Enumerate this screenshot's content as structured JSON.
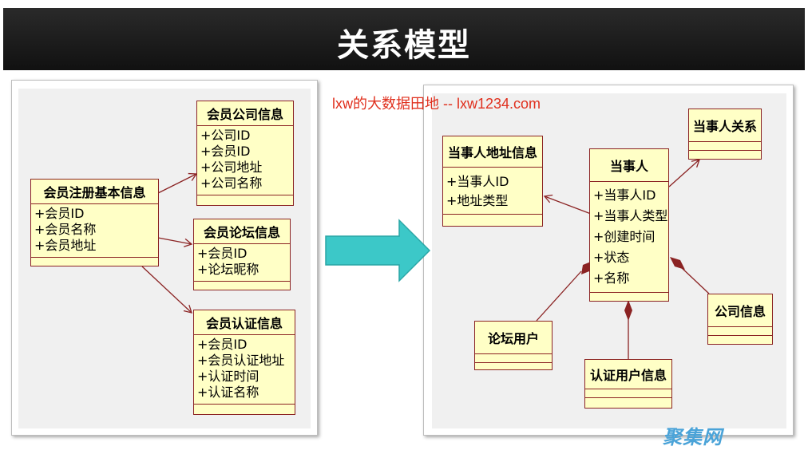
{
  "title": "关系模型",
  "watermark": "lxw的大数据田地 -- lxw1234.com",
  "logo": "聚集网",
  "left_diagram": {
    "entities": [
      {
        "name": "会员注册基本信息",
        "attrs": [
          "+会员ID",
          "+会员名称",
          "+会员地址"
        ]
      },
      {
        "name": "会员公司信息",
        "attrs": [
          "+公司ID",
          "+会员ID",
          "+公司地址",
          "+公司名称"
        ]
      },
      {
        "name": "会员论坛信息",
        "attrs": [
          "+会员ID",
          "+论坛昵称"
        ]
      },
      {
        "name": "会员认证信息",
        "attrs": [
          "+会员ID",
          "+会员认证地址",
          "+认证时间",
          "+认证名称"
        ]
      }
    ]
  },
  "right_diagram": {
    "entities": [
      {
        "name": "当事人地址信息",
        "attrs": [
          "+当事人ID",
          "+地址类型"
        ]
      },
      {
        "name": "当事人",
        "attrs": [
          "+当事人ID",
          "+当事人类型",
          "+创建时间",
          "+状态",
          "+名称"
        ]
      },
      {
        "name": "当事人关系",
        "attrs": []
      },
      {
        "name": "论坛用户",
        "attrs": []
      },
      {
        "name": "认证用户信息",
        "attrs": []
      },
      {
        "name": "公司信息",
        "attrs": []
      }
    ]
  },
  "colors": {
    "header_bg": "#1a1a1a",
    "entity_fill": "#ffffc6",
    "entity_border": "#8b2323",
    "arrow_fill": "#3cc8c8",
    "watermark": "#e0301e"
  }
}
